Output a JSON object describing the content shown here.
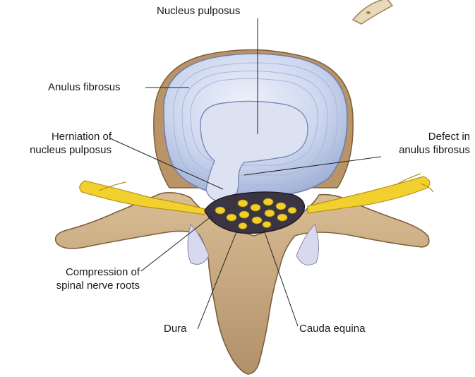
{
  "labels": {
    "nucleus_pulposus": "Nucleus pulposus",
    "anulus_fibrosus": "Anulus fibrosus",
    "herniation": {
      "line1": "Herniation of",
      "line2": "nucleus pulposus"
    },
    "defect": {
      "line1": "Defect in",
      "line2": "anulus fibrosus"
    },
    "compression": {
      "line1": "Compression of",
      "line2": "spinal nerve roots"
    },
    "dura": "Dura",
    "cauda_equina": "Cauda equina"
  },
  "colors": {
    "disc_outer": "#c9d3ec",
    "disc_inner": "#e4e8f6",
    "nucleus": "#d6dcef",
    "bone": "#c9a97e",
    "bone_dark": "#8f7150",
    "nerve": "#f2d12e",
    "canal": "#3b3442",
    "leader": "#222222"
  }
}
